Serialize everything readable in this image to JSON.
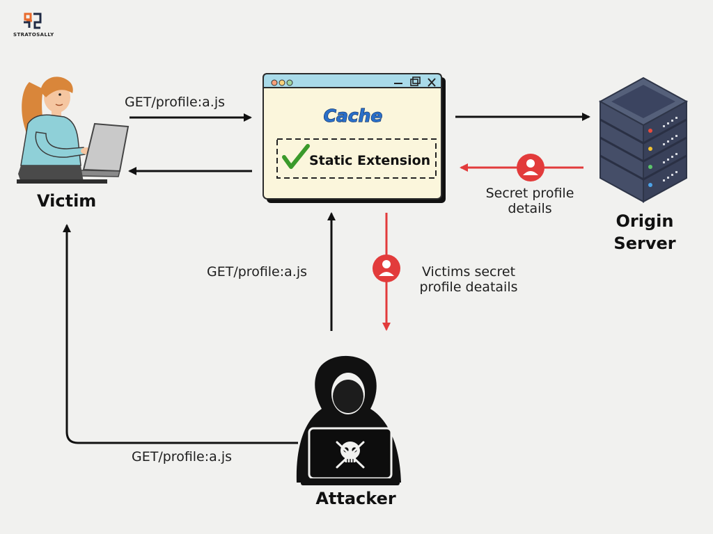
{
  "brand": {
    "name": "STRATOSALLY"
  },
  "nodes": {
    "victim": "Victim",
    "origin_line1": "Origin",
    "origin_line2": "Server",
    "attacker": "Attacker"
  },
  "cache_window": {
    "title": "Cache",
    "badge": "Static Extension"
  },
  "labels": {
    "victim_request": "GET/profile:a.js",
    "attacker_request": "GET/profile:a.js",
    "attacker_to_victim": "GET/profile:a.js",
    "secret_line1": "Secret profile",
    "secret_line2": "details",
    "leak_line1": "Victims secret",
    "leak_line2": "profile deatails"
  },
  "colors": {
    "background": "#f1f1ef",
    "window_fill": "#fbf6dc",
    "window_titlebar": "#a9dbe9",
    "secret_red": "#e23b3b",
    "check_green": "#3a9a2b",
    "arrow_black": "#111111"
  }
}
